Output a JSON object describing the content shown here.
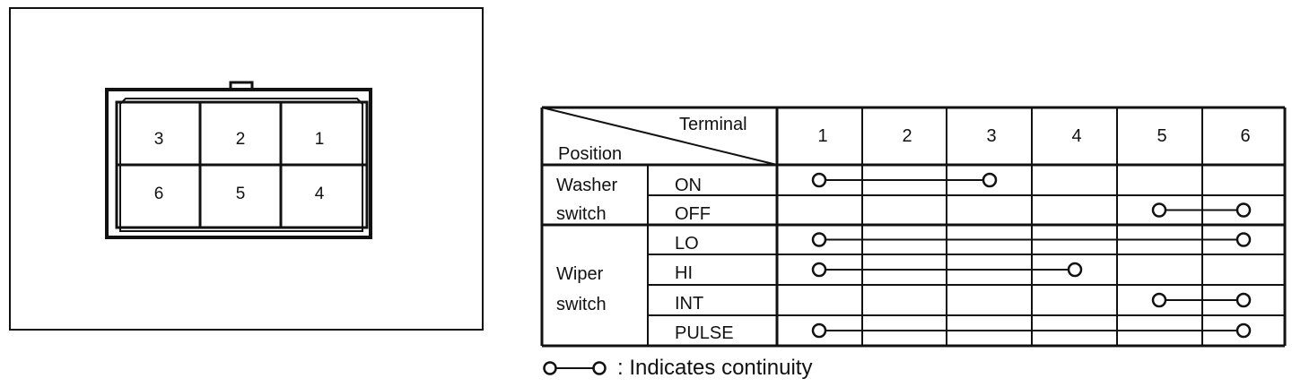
{
  "connector": {
    "cavities_top": [
      "3",
      "2",
      "1"
    ],
    "cavities_bottom": [
      "6",
      "5",
      "4"
    ]
  },
  "table": {
    "header_terminal": "Terminal",
    "header_position": "Position",
    "terminals": [
      "1",
      "2",
      "3",
      "4",
      "5",
      "6"
    ],
    "groups": [
      {
        "name_line1": "Washer",
        "name_line2": "switch",
        "rows": [
          {
            "label": "ON",
            "continuity": [
              "1",
              "3"
            ]
          },
          {
            "label": "OFF",
            "continuity": [
              "5",
              "6"
            ]
          }
        ]
      },
      {
        "name_line1": "Wiper",
        "name_line2": "switch",
        "rows": [
          {
            "label": "LO",
            "continuity": [
              "1",
              "6"
            ]
          },
          {
            "label": "HI",
            "continuity": [
              "1",
              "4"
            ]
          },
          {
            "label": "INT",
            "continuity": [
              "5",
              "6"
            ]
          },
          {
            "label": "PULSE",
            "continuity": [
              "1",
              "6"
            ]
          }
        ]
      }
    ]
  },
  "legend": {
    "text": ": Indicates continuity"
  }
}
